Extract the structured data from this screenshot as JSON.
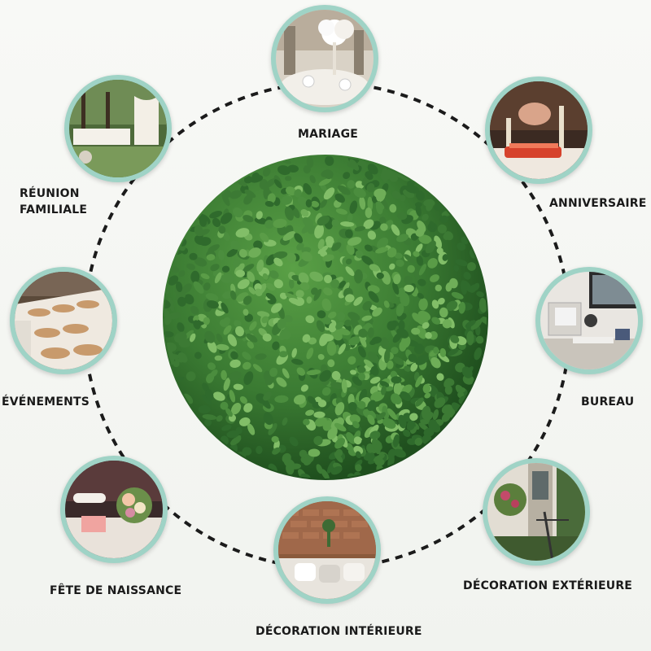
{
  "center": {
    "icon": "boxwood-topiary-ball"
  },
  "colors": {
    "ring_dash": "#1b1b1b",
    "bubble_border": "#9fd3c6",
    "label_text": "#1a1a1a",
    "leaf_dark": "#2f6a2c",
    "leaf_light": "#6fae58"
  },
  "uses": [
    {
      "id": "mariage",
      "label": "MARIAGE",
      "icon": "wedding-table-photo"
    },
    {
      "id": "anniversaire",
      "label": "ANNIVERSAIRE",
      "icon": "birthday-cake-photo"
    },
    {
      "id": "bureau",
      "label": "BUREAU",
      "icon": "office-desk-photo"
    },
    {
      "id": "decoration-exterieure",
      "label": "DÉCORATION EXTÉRIEURE",
      "icon": "house-porch-photo"
    },
    {
      "id": "decoration-interieure",
      "label": "DÉCORATION INTÉRIEURE",
      "icon": "living-room-photo"
    },
    {
      "id": "fete-de-naissance",
      "label": "FÊTE DE NAISSANCE",
      "icon": "baby-shower-table-photo"
    },
    {
      "id": "evenements",
      "label": "ÉVÉNEMENTS",
      "icon": "banquet-table-photo"
    },
    {
      "id": "reunion-familiale",
      "label_lines": [
        "RÉUNION",
        "FAMILIALE"
      ],
      "icon": "garden-party-photo"
    }
  ]
}
